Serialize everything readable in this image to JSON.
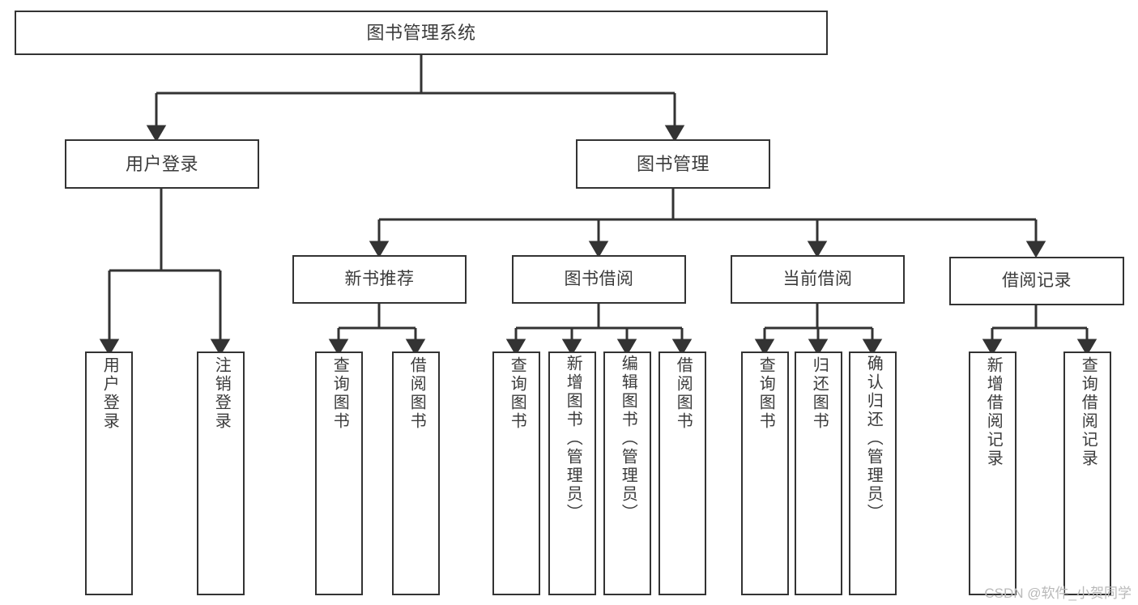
{
  "diagram": {
    "title": "图书管理系统",
    "type": "tree",
    "orientation": "top-down",
    "line_color": "#333333",
    "box_fill": "#ffffff",
    "text_color": "#3b3b3b",
    "nodes": {
      "root": {
        "label": "图书管理系统",
        "level": 1
      },
      "user_login": {
        "label": "用户登录",
        "level": 2
      },
      "book_manage": {
        "label": "图书管理",
        "level": 2
      },
      "new_book_rec": {
        "label": "新书推荐",
        "level": 3
      },
      "book_borrow": {
        "label": "图书借阅",
        "level": 3
      },
      "current_borrow": {
        "label": "当前借阅",
        "level": 3
      },
      "borrow_record": {
        "label": "借阅记录",
        "level": 3
      },
      "leaf_user_login": {
        "label": "用户登录",
        "level": 4
      },
      "leaf_logout": {
        "label": "注销登录",
        "level": 4
      },
      "leaf_query_book_1": {
        "label": "查询图书",
        "level": 4
      },
      "leaf_borrow_book_1": {
        "label": "借阅图书",
        "level": 4
      },
      "leaf_query_book_2": {
        "label": "查询图书",
        "level": 4
      },
      "leaf_add_book": {
        "label": "新增图书（管理员）",
        "level": 4
      },
      "leaf_edit_book": {
        "label": "编辑图书（管理员）",
        "level": 4
      },
      "leaf_borrow_book_2": {
        "label": "借阅图书",
        "level": 4
      },
      "leaf_query_book_3": {
        "label": "查询图书",
        "level": 4
      },
      "leaf_return_book": {
        "label": "归还图书",
        "level": 4
      },
      "leaf_confirm_return": {
        "label": "确认归还（管理员）",
        "level": 4
      },
      "leaf_add_record": {
        "label": "新增借阅记录",
        "level": 4
      },
      "leaf_query_record": {
        "label": "查询借阅记录",
        "level": 4
      }
    },
    "edges": [
      {
        "from": "root",
        "to": "user_login"
      },
      {
        "from": "root",
        "to": "book_manage"
      },
      {
        "from": "user_login",
        "to": "leaf_user_login"
      },
      {
        "from": "user_login",
        "to": "leaf_logout"
      },
      {
        "from": "book_manage",
        "to": "new_book_rec"
      },
      {
        "from": "book_manage",
        "to": "book_borrow"
      },
      {
        "from": "book_manage",
        "to": "current_borrow"
      },
      {
        "from": "book_manage",
        "to": "borrow_record"
      },
      {
        "from": "new_book_rec",
        "to": "leaf_query_book_1"
      },
      {
        "from": "new_book_rec",
        "to": "leaf_borrow_book_1"
      },
      {
        "from": "book_borrow",
        "to": "leaf_query_book_2"
      },
      {
        "from": "book_borrow",
        "to": "leaf_add_book"
      },
      {
        "from": "book_borrow",
        "to": "leaf_edit_book"
      },
      {
        "from": "book_borrow",
        "to": "leaf_borrow_book_2"
      },
      {
        "from": "current_borrow",
        "to": "leaf_query_book_3"
      },
      {
        "from": "current_borrow",
        "to": "leaf_return_book"
      },
      {
        "from": "current_borrow",
        "to": "leaf_confirm_return"
      },
      {
        "from": "borrow_record",
        "to": "leaf_add_record"
      },
      {
        "from": "borrow_record",
        "to": "leaf_query_record"
      }
    ]
  },
  "watermark": {
    "text": "CSDN @软件_小贺同学"
  }
}
